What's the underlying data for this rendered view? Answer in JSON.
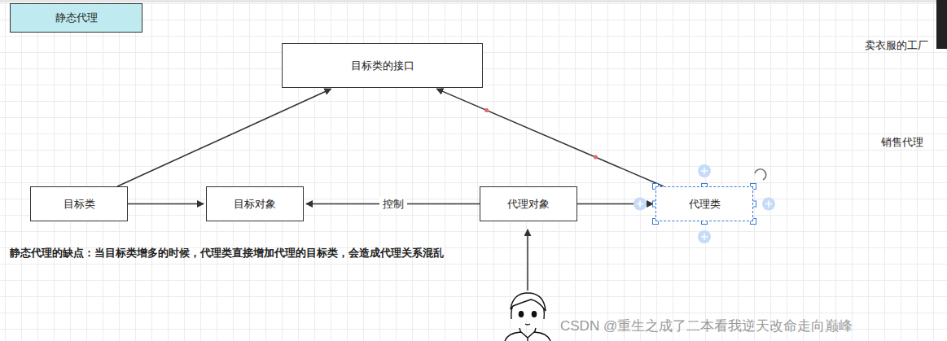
{
  "diagram": {
    "nodes": [
      {
        "text": [
          "静态代理"
        ]
      },
      {
        "text": [
          "目标类的接口"
        ]
      },
      {
        "text": [
          "目标类"
        ]
      },
      {
        "text": [
          "目标对象"
        ]
      },
      {
        "text": [
          "代理对象"
        ]
      },
      {
        "text": [
          "代理类"
        ]
      }
    ],
    "edges": [
      {
        "from": 2,
        "to": 1,
        "arrow": "to"
      },
      {
        "from": 2,
        "to": 3,
        "arrow": "to"
      },
      {
        "from": 4,
        "to": 3,
        "label": "控制",
        "arrow": "to"
      },
      {
        "from": 4,
        "to": 5,
        "arrow": "to"
      },
      {
        "from": 5,
        "to": 1,
        "arrow": "to"
      }
    ],
    "labels": [
      "卖衣服的工厂",
      "销售代理",
      "静态代理的缺点：当目标类增多的时候，代理类直接增加代理的目标类，会造成代理关系混乱",
      "CSDN @重生之成了二本看我逆天改命走向巅峰"
    ]
  }
}
